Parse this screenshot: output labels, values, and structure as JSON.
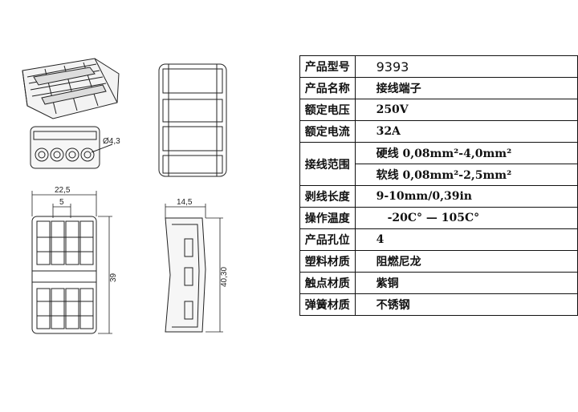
{
  "drawing": {
    "dimensions": {
      "hole_diameter": "Ø4,3",
      "width": "22,5",
      "pitch": "5",
      "height": "39",
      "side_width": "14,5",
      "side_height": "40,30"
    }
  },
  "spec_table": {
    "rows": [
      {
        "label": "产品型号",
        "value": "9393"
      },
      {
        "label": "产品名称",
        "value": "接线端子"
      },
      {
        "label": "额定电压",
        "value": "250V"
      },
      {
        "label": "额定电流",
        "value": "32A"
      },
      {
        "label": "接线范围",
        "values": [
          "硬线 0,08mm²-4,0mm²",
          "软线 0,08mm²-2,5mm²"
        ]
      },
      {
        "label": "剥线长度",
        "value": "9-10mm/0,39in"
      },
      {
        "label": "操作温度",
        "value": "-20C° — 105C°"
      },
      {
        "label": "产品孔位",
        "value": "4"
      },
      {
        "label": "塑料材质",
        "value": "阻燃尼龙"
      },
      {
        "label": "触点材质",
        "value": "紫铜"
      },
      {
        "label": "弹簧材质",
        "value": "不锈钢"
      }
    ]
  }
}
